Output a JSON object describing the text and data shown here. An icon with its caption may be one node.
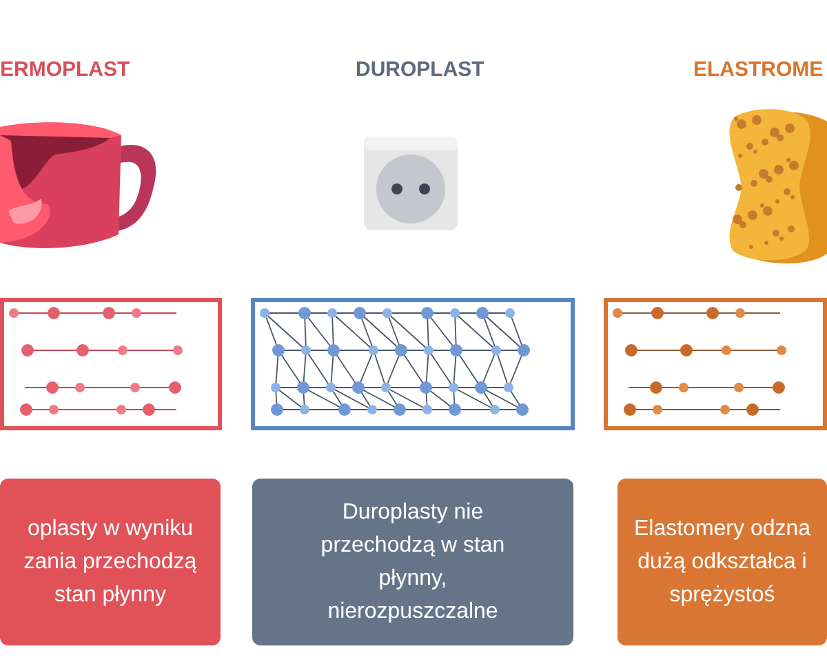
{
  "diagram": {
    "nodes": [
      {
        "text": [
          "oplasty w wyniku zania przechodzą stan płynny"
        ]
      },
      {
        "text": [
          "Duroplasty nie przechodzą w stan płynny, nierozpuszczalne"
        ]
      },
      {
        "text": [
          "Elastomery odzna dużą odkształca i sprężystoś"
        ]
      }
    ],
    "labels": [
      "ERMOPLAST",
      "DUROPLAST",
      "ELASTROME"
    ]
  }
}
